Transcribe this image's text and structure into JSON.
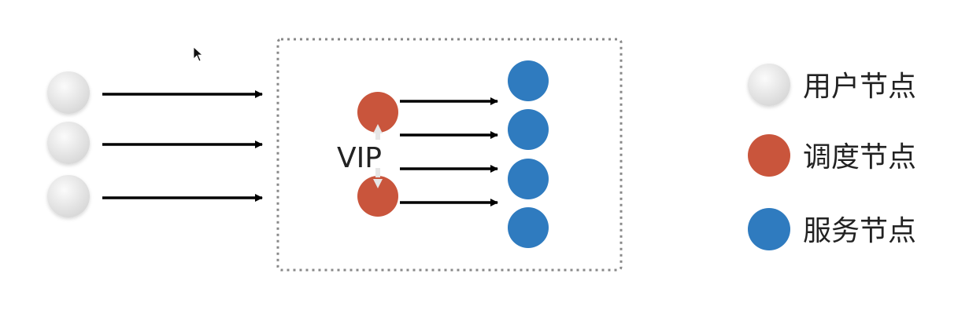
{
  "colors": {
    "user_node": "#e6e6e6",
    "scheduler_node": "#c9553c",
    "service_node": "#2f7bbf",
    "arrow": "#000000",
    "dashed_border": "#888888",
    "vip_arrow": "#e6e6e6"
  },
  "diagram": {
    "vip_label": "VIP",
    "user_nodes": [
      "",
      "",
      ""
    ],
    "scheduler_nodes": [
      "",
      ""
    ],
    "service_nodes": [
      "",
      "",
      "",
      ""
    ]
  },
  "legend": {
    "items": [
      {
        "label": "用户节点",
        "color": "#e6e6e6",
        "icon": "user-node-icon"
      },
      {
        "label": "调度节点",
        "color": "#c9553c",
        "icon": "scheduler-node-icon"
      },
      {
        "label": "服务节点",
        "color": "#2f7bbf",
        "icon": "service-node-icon"
      }
    ]
  }
}
